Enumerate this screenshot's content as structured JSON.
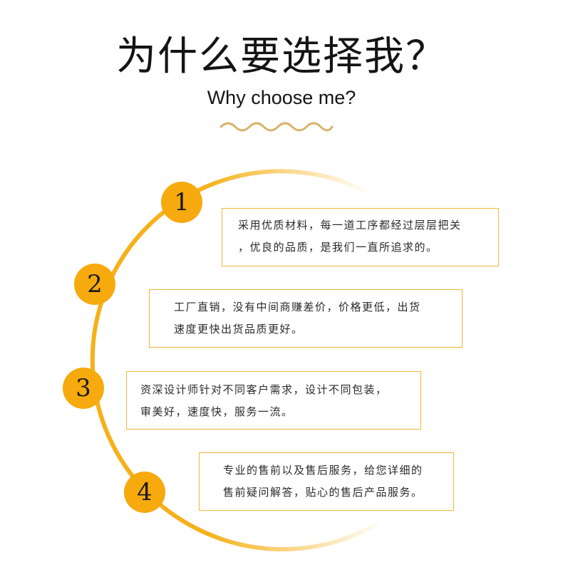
{
  "header": {
    "title_cn": "为什么要选择我？",
    "title_en": "Why choose me?"
  },
  "colors": {
    "accent": "#f6aa0d",
    "arc": "#f6b11a",
    "box_border": "#f3b536",
    "wave": "#d9b26a"
  },
  "reasons": [
    {
      "number": "1",
      "lines": [
        "采用优质材料，每一道工序都经过层层把关",
        "，优良的品质，是我们一直所追求的。"
      ]
    },
    {
      "number": "2",
      "lines": [
        "工厂直销，没有中间商赚差价，价格更低，出货",
        "速度更快出货品质更好。"
      ]
    },
    {
      "number": "3",
      "lines": [
        "资深设计师针对不同客户需求，设计不同包装，",
        "审美好，速度快，服务一流。"
      ]
    },
    {
      "number": "4",
      "lines": [
        "专业的售前以及售后服务，给您详细的",
        "售前疑问解答，贴心的售后产品服务。"
      ]
    }
  ]
}
